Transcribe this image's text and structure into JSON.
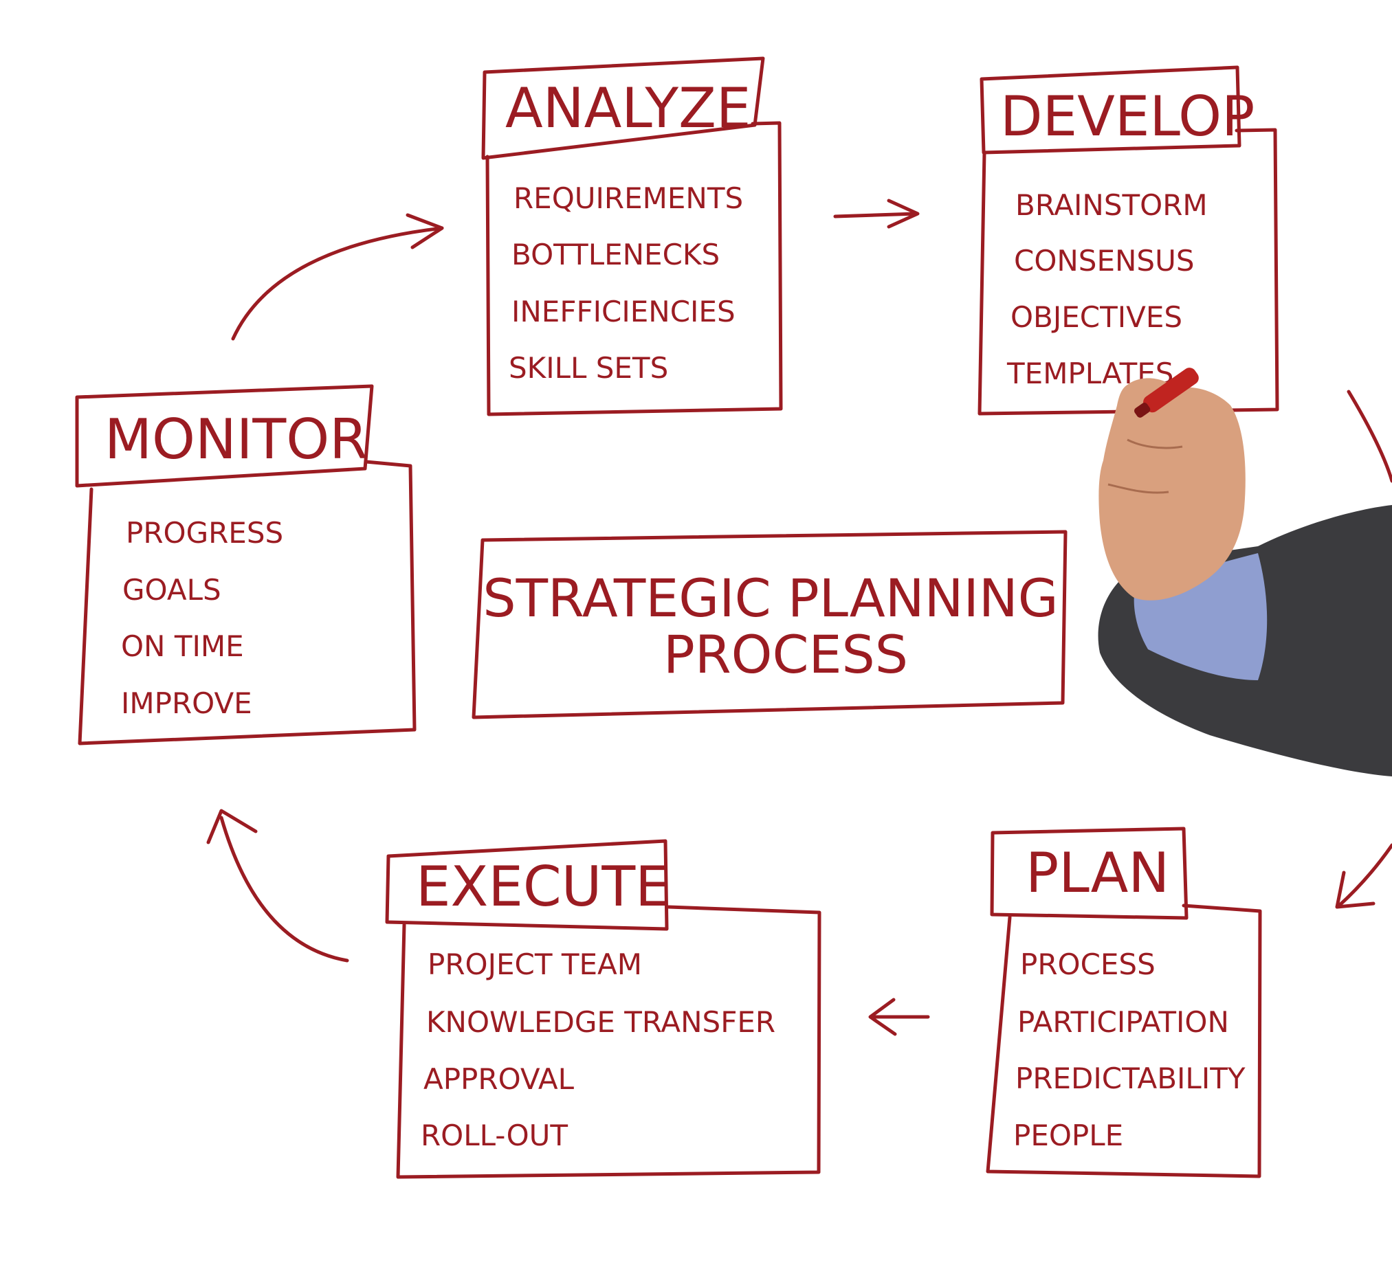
{
  "title": {
    "line1": "STRATEGIC PLANNING",
    "line2": "PROCESS"
  },
  "stages": {
    "analyze": {
      "heading": "ANALYZE",
      "items": [
        "REQUIREMENTS",
        "BOTTLENECKS",
        "INEFFICIENCIES",
        "SKILL SETS"
      ]
    },
    "develop": {
      "heading": "DEVELOP",
      "items": [
        "BRAINSTORM",
        "CONSENSUS",
        "OBJECTIVES",
        "TEMPLATES"
      ]
    },
    "plan": {
      "heading": "PLAN",
      "items": [
        "PROCESS",
        "PARTICIPATION",
        "PREDICTABILITY",
        "PEOPLE"
      ]
    },
    "execute": {
      "heading": "EXECUTE",
      "items": [
        "PROJECT TEAM",
        "KNOWLEDGE TRANSFER",
        "APPROVAL",
        "ROLL-OUT"
      ]
    },
    "monitor": {
      "heading": "MONITOR",
      "items": [
        "PROGRESS",
        "GOALS",
        "ON TIME",
        "IMPROVE"
      ]
    }
  },
  "colors": {
    "ink": "#9b1c22",
    "background": "#ffffff",
    "sleeve": "#3b3b3e",
    "cuff": "#8f9ed0",
    "skin": "#d9a07e"
  }
}
